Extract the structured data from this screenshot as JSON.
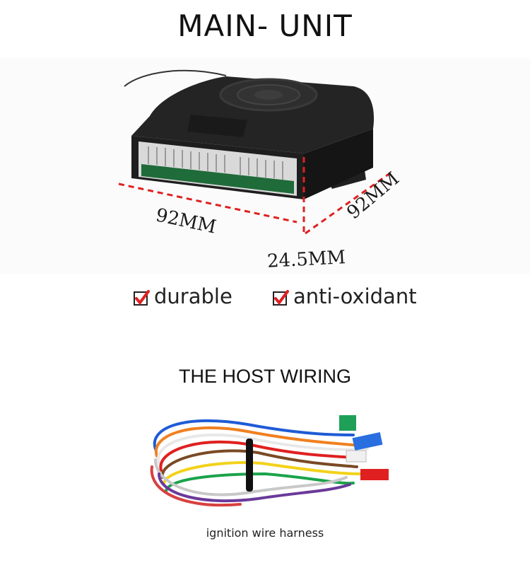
{
  "main_title": "MAIN- UNIT",
  "dimensions": {
    "length": "92MM",
    "width": "92MM",
    "height": "24.5MM"
  },
  "features": [
    "durable",
    "anti-oxidant"
  ],
  "wiring_title": "THE HOST WIRING",
  "wiring_caption": "ignition wire harness",
  "colors": {
    "accent_red": "#e02020",
    "unit_body": "#1c1c1c"
  }
}
